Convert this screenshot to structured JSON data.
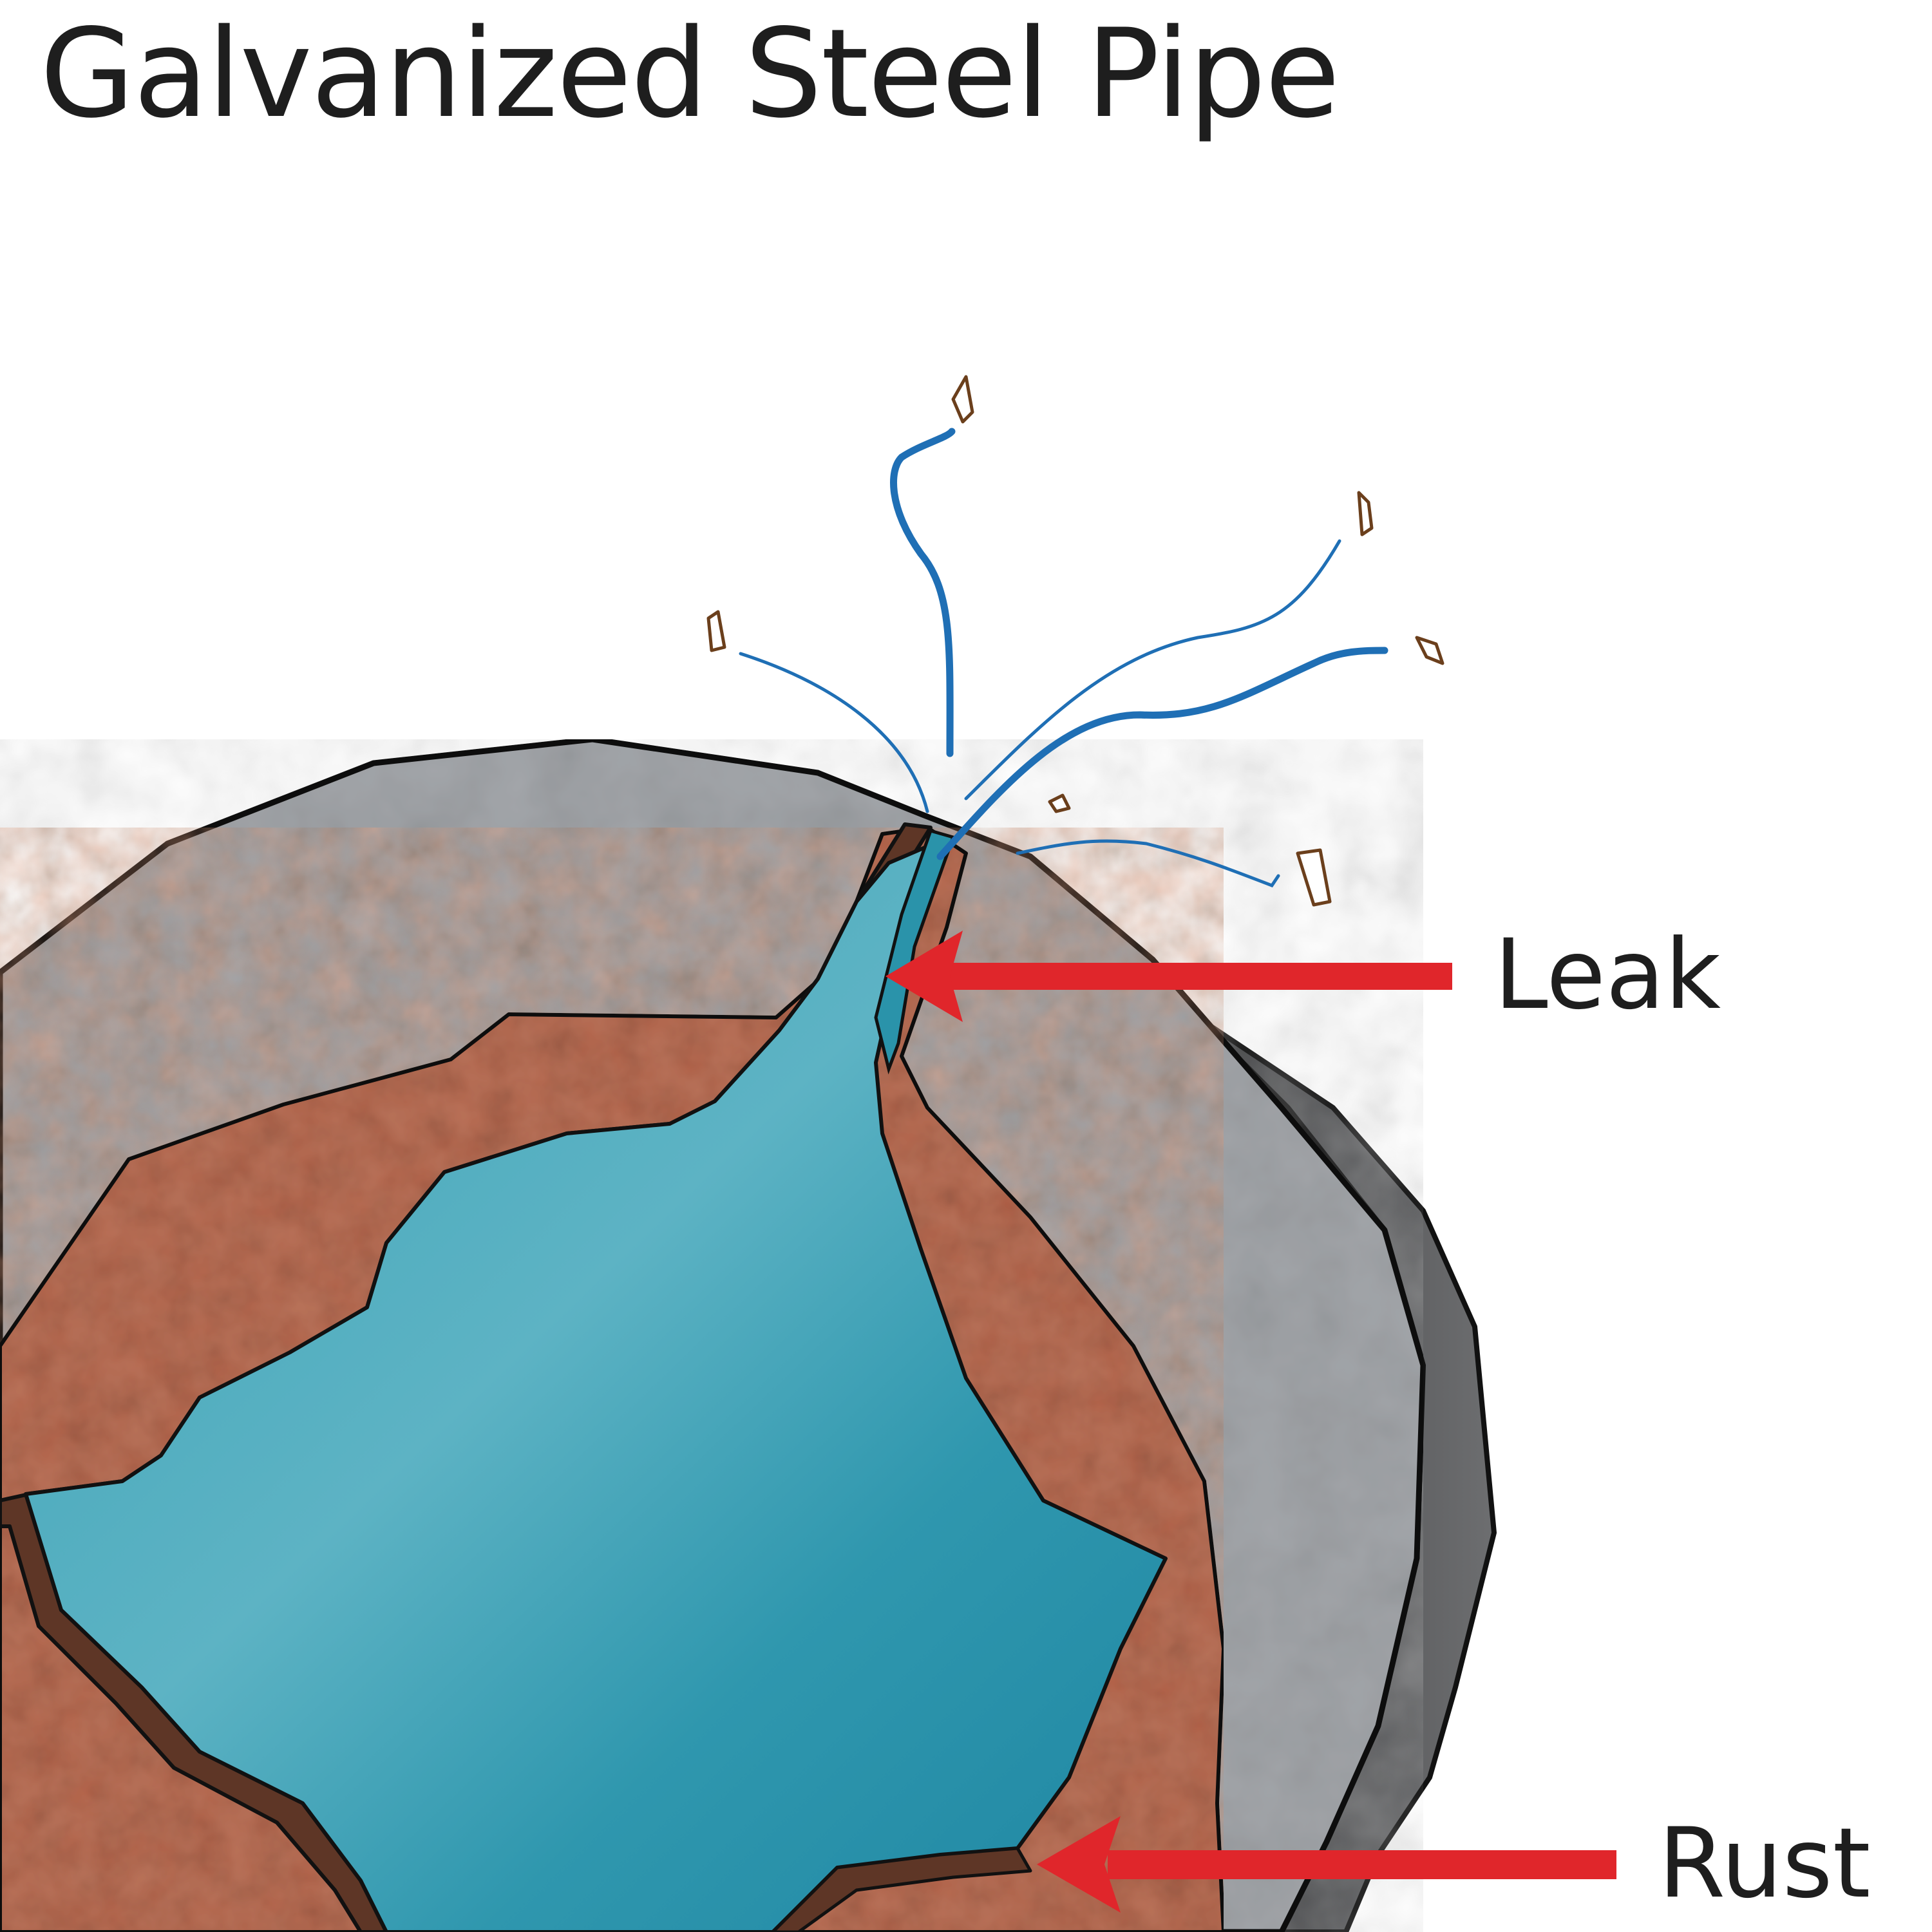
{
  "title": "Galvanized Steel Pipe",
  "labels": {
    "leak": "Leak",
    "rust": "Rust"
  },
  "colors": {
    "steel": "#a3a6aa",
    "steel_edge": "#5a5b5d",
    "rust": "#b9735a",
    "rust_band": "#5e3626",
    "water": "#2a93aa",
    "spray": "#1f6fb5",
    "debris": "#6b3f1c",
    "arrow": "#e0262b",
    "outline": "#111111"
  }
}
